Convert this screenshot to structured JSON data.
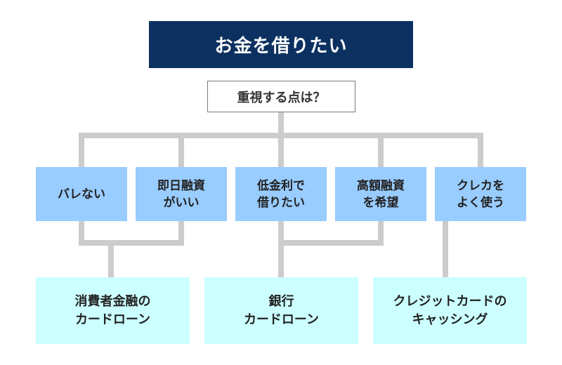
{
  "title": "お金を借りたい",
  "question": "重視する点は？",
  "criteria": [
    {
      "label": "バレない"
    },
    {
      "label": "即日融資\nがいい"
    },
    {
      "label": "低金利で\n借りたい"
    },
    {
      "label": "高額融資\nを希望"
    },
    {
      "label": "クレカを\nよく使う"
    }
  ],
  "results": [
    {
      "label": "消費者金融の\nカードローン"
    },
    {
      "label": "銀行\nカードローン"
    },
    {
      "label": "クレジットカードの\nキャッシング"
    }
  ],
  "colors": {
    "title_bg": "#0c3160",
    "title_text": "#ffffff",
    "criteria_bg": "#99ccff",
    "results_bg": "#ccffff",
    "connector": "#cccccc"
  }
}
